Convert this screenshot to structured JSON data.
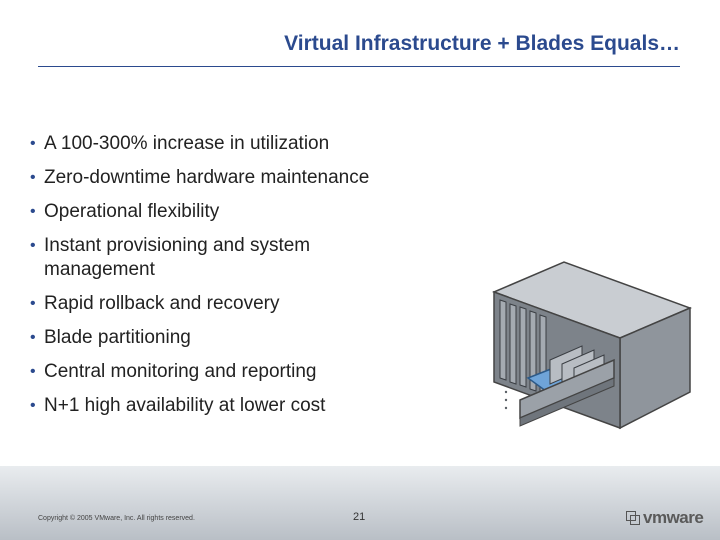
{
  "slide": {
    "title": "Virtual Infrastructure + Blades Equals…",
    "bullets": [
      "A 100-300% increase in utilization",
      "Zero-downtime hardware maintenance",
      "Operational flexibility",
      "Instant provisioning and system management",
      "Rapid rollback and recovery",
      "Blade partitioning",
      "Central monitoring and reporting",
      "N+1 high availability at lower cost"
    ]
  },
  "footer": {
    "copyright": "Copyright © 2005 VMware, Inc. All rights reserved.",
    "page_number": "21",
    "logo_text": "vmware"
  },
  "colors": {
    "title": "#2b4a8e",
    "footer_band": "#c4c9cf",
    "arrow": "#6fa4d8"
  },
  "icons": [
    "blade-server-chassis-illustration",
    "vmware-logo"
  ]
}
